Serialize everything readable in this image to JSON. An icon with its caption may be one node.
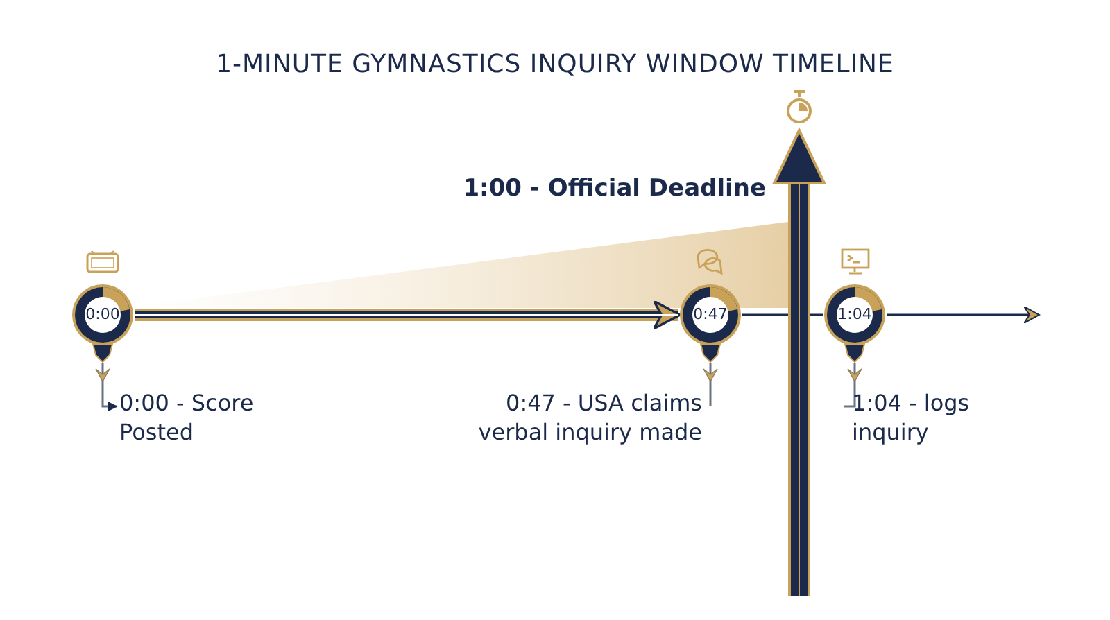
{
  "diagram": {
    "title": "1-MINUTE GYMNASTICS INQUIRY WINDOW TIMELINE",
    "nodes": [
      {
        "text": [
          "0:00"
        ]
      },
      {
        "text": [
          "0:47"
        ]
      },
      {
        "text": [
          "1:04"
        ]
      },
      {
        "text": [
          "0:00 - Score Posted"
        ]
      },
      {
        "text": [
          "0:47 - USA claims verbal inquiry made"
        ]
      },
      {
        "text": [
          "1:04 - logs inquiry"
        ]
      }
    ],
    "edges": [
      {
        "from": 0,
        "to": 1,
        "arrow": "to",
        "style": "thick"
      },
      {
        "from": 1,
        "to": 2,
        "arrow": "none"
      },
      {
        "from": 2,
        "to": null,
        "arrow": "to"
      },
      {
        "from": 0,
        "to": 3,
        "arrow": "to"
      },
      {
        "from": 1,
        "to": 4,
        "arrow": "none"
      },
      {
        "from": 2,
        "to": 5,
        "arrow": "none"
      }
    ],
    "labels": [
      "1:00 - Official Deadline"
    ]
  }
}
